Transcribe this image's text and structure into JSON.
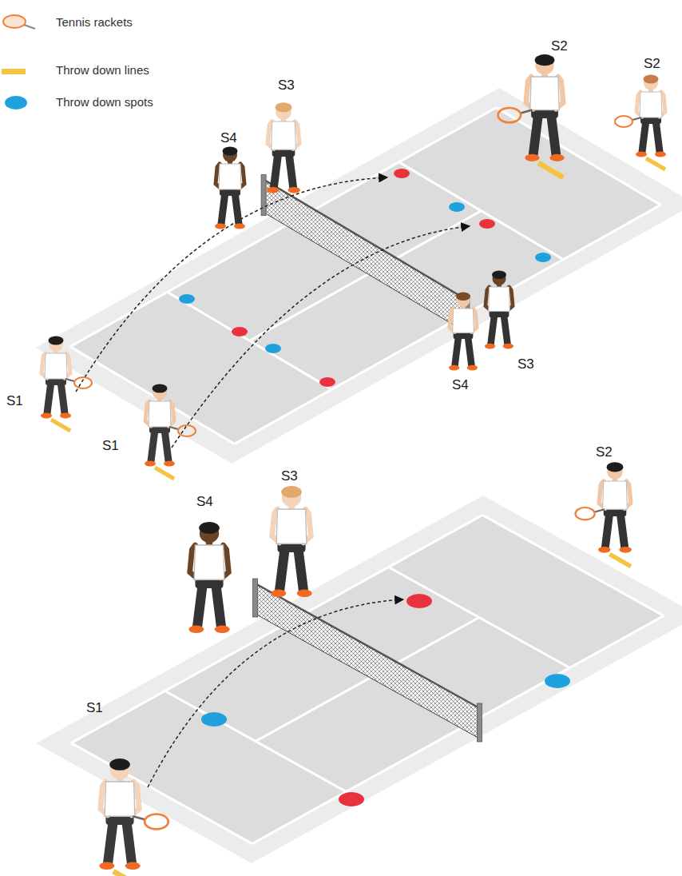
{
  "diagram": {
    "labels": [
      "S2",
      "S2",
      "S3",
      "S4",
      "S1",
      "S1",
      "S3",
      "S4",
      "S3",
      "S4",
      "S2",
      "S1"
    ],
    "legend": [
      {
        "text": "Tennis rackets"
      },
      {
        "text": "Throw down lines",
        "color": "#f5c342"
      },
      {
        "text": "Throw down spots",
        "color": "#1ea1dc"
      }
    ]
  }
}
